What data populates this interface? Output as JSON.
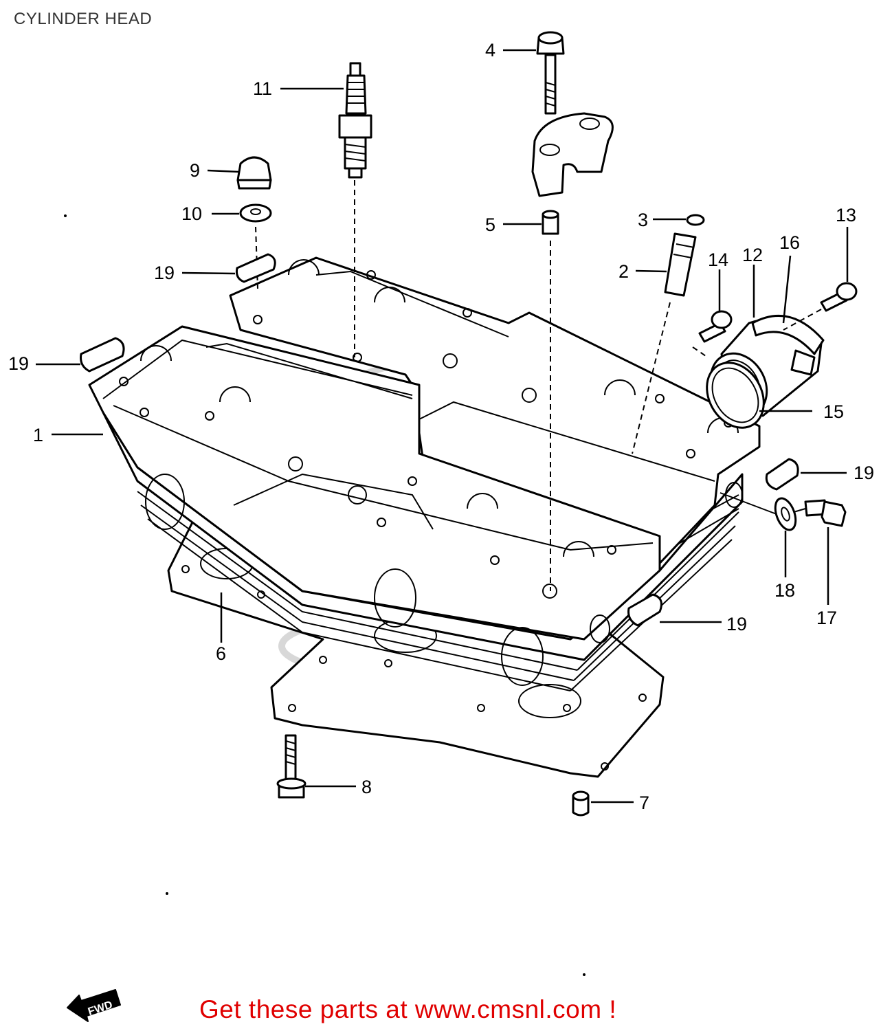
{
  "title": "CYLINDER HEAD",
  "footer": {
    "text": "Get these parts at www.cmsnl.com !",
    "color": "#e00000"
  },
  "fwd_label": "FWD",
  "callouts": {
    "c1": "1",
    "c2": "2",
    "c3": "3",
    "c4": "4",
    "c5": "5",
    "c6": "6",
    "c7": "7",
    "c8": "8",
    "c9": "9",
    "c10": "10",
    "c11": "11",
    "c12": "12",
    "c13": "13",
    "c14": "14",
    "c15": "15",
    "c16": "16",
    "c17": "17",
    "c18": "18",
    "c19a": "19",
    "c19b": "19",
    "c19c": "19",
    "c19d": "19"
  }
}
